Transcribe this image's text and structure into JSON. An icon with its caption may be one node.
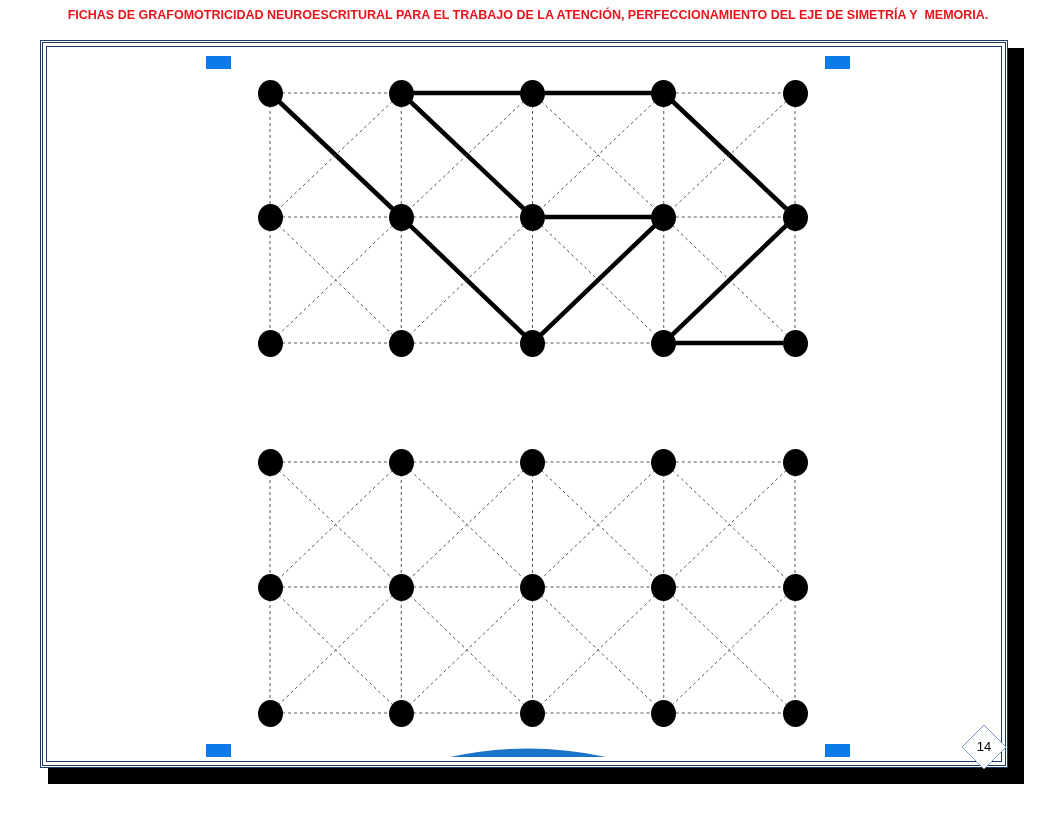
{
  "diagram": {
    "title": "FICHAS DE GRAFOMOTRICIDAD NEUROESCRITURAL PARA EL TRABAJO DE LA ATENCIÓN, PERFECCIONAMIENTO DEL EJE DE SIMETRÍA Y  MEMORIA.",
    "nodes": [
      {
        "text": [],
        "shape": "circle"
      },
      {
        "text": [],
        "shape": "circle"
      },
      {
        "text": [],
        "shape": "circle"
      },
      {
        "text": [],
        "shape": "circle"
      },
      {
        "text": [],
        "shape": "circle"
      },
      {
        "text": [],
        "shape": "circle"
      },
      {
        "text": [],
        "shape": "circle"
      },
      {
        "text": [],
        "shape": "circle"
      },
      {
        "text": [],
        "shape": "circle"
      },
      {
        "text": [],
        "shape": "circle"
      },
      {
        "text": [],
        "shape": "circle"
      },
      {
        "text": [],
        "shape": "circle"
      },
      {
        "text": [],
        "shape": "circle"
      },
      {
        "text": [],
        "shape": "circle"
      },
      {
        "text": [],
        "shape": "circle"
      },
      {
        "text": [],
        "shape": "circle"
      },
      {
        "text": [],
        "shape": "circle"
      },
      {
        "text": [],
        "shape": "circle"
      },
      {
        "text": [],
        "shape": "circle"
      },
      {
        "text": [],
        "shape": "circle"
      },
      {
        "text": [],
        "shape": "circle"
      },
      {
        "text": [],
        "shape": "circle"
      },
      {
        "text": [],
        "shape": "circle"
      },
      {
        "text": [],
        "shape": "circle"
      },
      {
        "text": [],
        "shape": "circle"
      },
      {
        "text": [],
        "shape": "circle"
      },
      {
        "text": [],
        "shape": "circle"
      },
      {
        "text": [],
        "shape": "circle"
      },
      {
        "text": [],
        "shape": "circle"
      },
      {
        "text": [],
        "shape": "circle"
      },
      {
        "text": [
          "14"
        ]
      }
    ],
    "edges": [
      {
        "from": 0,
        "to": 1,
        "arrow": "none",
        "style": "dashed"
      },
      {
        "from": 1,
        "to": 2,
        "arrow": "none",
        "style": "thick"
      },
      {
        "from": 2,
        "to": 3,
        "arrow": "none",
        "style": "thick"
      },
      {
        "from": 3,
        "to": 4,
        "arrow": "none",
        "style": "dashed"
      },
      {
        "from": 5,
        "to": 6,
        "arrow": "none",
        "style": "dashed"
      },
      {
        "from": 6,
        "to": 7,
        "arrow": "none",
        "style": "dashed"
      },
      {
        "from": 7,
        "to": 8,
        "arrow": "none",
        "style": "thick"
      },
      {
        "from": 8,
        "to": 9,
        "arrow": "none",
        "style": "dashed"
      },
      {
        "from": 10,
        "to": 11,
        "arrow": "none",
        "style": "dashed"
      },
      {
        "from": 11,
        "to": 12,
        "arrow": "none",
        "style": "dashed"
      },
      {
        "from": 12,
        "to": 13,
        "arrow": "none",
        "style": "dashed"
      },
      {
        "from": 13,
        "to": 14,
        "arrow": "none",
        "style": "thick"
      },
      {
        "from": 0,
        "to": 5,
        "arrow": "none",
        "style": "dashed"
      },
      {
        "from": 1,
        "to": 6,
        "arrow": "none",
        "style": "dashed"
      },
      {
        "from": 2,
        "to": 7,
        "arrow": "none",
        "style": "dashed"
      },
      {
        "from": 3,
        "to": 8,
        "arrow": "none",
        "style": "dashed"
      },
      {
        "from": 4,
        "to": 9,
        "arrow": "none",
        "style": "dashed"
      },
      {
        "from": 5,
        "to": 10,
        "arrow": "none",
        "style": "dashed"
      },
      {
        "from": 6,
        "to": 11,
        "arrow": "none",
        "style": "dashed"
      },
      {
        "from": 7,
        "to": 12,
        "arrow": "none",
        "style": "dashed"
      },
      {
        "from": 8,
        "to": 13,
        "arrow": "none",
        "style": "dashed"
      },
      {
        "from": 9,
        "to": 14,
        "arrow": "none",
        "style": "dashed"
      },
      {
        "from": 0,
        "to": 6,
        "arrow": "none",
        "style": "thick"
      },
      {
        "from": 1,
        "to": 7,
        "arrow": "none",
        "style": "thick"
      },
      {
        "from": 2,
        "to": 8,
        "arrow": "none",
        "style": "dashed"
      },
      {
        "from": 3,
        "to": 9,
        "arrow": "none",
        "style": "thick"
      },
      {
        "from": 5,
        "to": 11,
        "arrow": "none",
        "style": "dashed"
      },
      {
        "from": 6,
        "to": 12,
        "arrow": "none",
        "style": "thick"
      },
      {
        "from": 7,
        "to": 13,
        "arrow": "none",
        "style": "dashed"
      },
      {
        "from": 8,
        "to": 14,
        "arrow": "none",
        "style": "dashed"
      },
      {
        "from": 1,
        "to": 5,
        "arrow": "none",
        "style": "dashed"
      },
      {
        "from": 2,
        "to": 6,
        "arrow": "none",
        "style": "dashed"
      },
      {
        "from": 3,
        "to": 7,
        "arrow": "none",
        "style": "dashed"
      },
      {
        "from": 4,
        "to": 8,
        "arrow": "none",
        "style": "dashed"
      },
      {
        "from": 6,
        "to": 10,
        "arrow": "none",
        "style": "dashed"
      },
      {
        "from": 7,
        "to": 11,
        "arrow": "none",
        "style": "dashed"
      },
      {
        "from": 8,
        "to": 12,
        "arrow": "none",
        "style": "thick"
      },
      {
        "from": 9,
        "to": 13,
        "arrow": "none",
        "style": "thick"
      },
      {
        "from": 15,
        "to": 16,
        "arrow": "none",
        "style": "dashed"
      },
      {
        "from": 16,
        "to": 17,
        "arrow": "none",
        "style": "dashed"
      },
      {
        "from": 17,
        "to": 18,
        "arrow": "none",
        "style": "dashed"
      },
      {
        "from": 18,
        "to": 19,
        "arrow": "none",
        "style": "dashed"
      },
      {
        "from": 20,
        "to": 21,
        "arrow": "none",
        "style": "dashed"
      },
      {
        "from": 21,
        "to": 22,
        "arrow": "none",
        "style": "dashed"
      },
      {
        "from": 22,
        "to": 23,
        "arrow": "none",
        "style": "dashed"
      },
      {
        "from": 23,
        "to": 24,
        "arrow": "none",
        "style": "dashed"
      },
      {
        "from": 25,
        "to": 26,
        "arrow": "none",
        "style": "dashed"
      },
      {
        "from": 26,
        "to": 27,
        "arrow": "none",
        "style": "dashed"
      },
      {
        "from": 27,
        "to": 28,
        "arrow": "none",
        "style": "dashed"
      },
      {
        "from": 28,
        "to": 29,
        "arrow": "none",
        "style": "dashed"
      },
      {
        "from": 15,
        "to": 20,
        "arrow": "none",
        "style": "dashed"
      },
      {
        "from": 16,
        "to": 21,
        "arrow": "none",
        "style": "dashed"
      },
      {
        "from": 17,
        "to": 22,
        "arrow": "none",
        "style": "dashed"
      },
      {
        "from": 18,
        "to": 23,
        "arrow": "none",
        "style": "dashed"
      },
      {
        "from": 19,
        "to": 24,
        "arrow": "none",
        "style": "dashed"
      },
      {
        "from": 20,
        "to": 25,
        "arrow": "none",
        "style": "dashed"
      },
      {
        "from": 21,
        "to": 26,
        "arrow": "none",
        "style": "dashed"
      },
      {
        "from": 22,
        "to": 27,
        "arrow": "none",
        "style": "dashed"
      },
      {
        "from": 23,
        "to": 28,
        "arrow": "none",
        "style": "dashed"
      },
      {
        "from": 24,
        "to": 29,
        "arrow": "none",
        "style": "dashed"
      },
      {
        "from": 15,
        "to": 21,
        "arrow": "none",
        "style": "dashed"
      },
      {
        "from": 16,
        "to": 22,
        "arrow": "none",
        "style": "dashed"
      },
      {
        "from": 17,
        "to": 23,
        "arrow": "none",
        "style": "dashed"
      },
      {
        "from": 18,
        "to": 24,
        "arrow": "none",
        "style": "dashed"
      },
      {
        "from": 20,
        "to": 26,
        "arrow": "none",
        "style": "dashed"
      },
      {
        "from": 21,
        "to": 27,
        "arrow": "none",
        "style": "dashed"
      },
      {
        "from": 22,
        "to": 28,
        "arrow": "none",
        "style": "dashed"
      },
      {
        "from": 23,
        "to": 29,
        "arrow": "none",
        "style": "dashed"
      },
      {
        "from": 16,
        "to": 20,
        "arrow": "none",
        "style": "dashed"
      },
      {
        "from": 17,
        "to": 21,
        "arrow": "none",
        "style": "dashed"
      },
      {
        "from": 18,
        "to": 22,
        "arrow": "none",
        "style": "dashed"
      },
      {
        "from": 19,
        "to": 23,
        "arrow": "none",
        "style": "dashed"
      },
      {
        "from": 21,
        "to": 25,
        "arrow": "none",
        "style": "dashed"
      },
      {
        "from": 22,
        "to": 26,
        "arrow": "none",
        "style": "dashed"
      },
      {
        "from": 23,
        "to": 27,
        "arrow": "none",
        "style": "dashed"
      },
      {
        "from": 24,
        "to": 28,
        "arrow": "none",
        "style": "dashed"
      }
    ]
  }
}
